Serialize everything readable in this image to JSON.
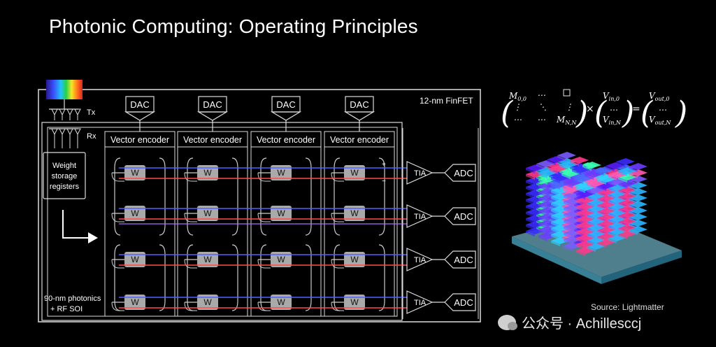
{
  "slide": {
    "title": "Photonic Computing: Operating Principles",
    "source": "Source: Lightmatter",
    "watermark": "公众号 · Achillesccj"
  },
  "diagram": {
    "process_top": "12-nm FinFET",
    "process_bottom_line1": "90-nm photonics",
    "process_bottom_line2": "+ RF SOI",
    "tx": "Tx",
    "rx": "Rx",
    "weight_storage": [
      "Weight",
      "storage",
      "registers"
    ],
    "dac": "DAC",
    "vector_encoder": "Vector encoder",
    "w": "W",
    "tia": "TIA",
    "adc": "ADC",
    "plus": "+",
    "minus": "−"
  },
  "equation": {
    "m00": "M",
    "m00_sub": "0,0",
    "mnn": "M",
    "mnn_sub": "N,N",
    "vin0": "V",
    "vin0_sub": "in,0",
    "vinn": "V",
    "vinn_sub": "in,N",
    "vout0": "V",
    "vout0_sub": "out,0",
    "voutn": "V",
    "voutn_sub": "out,N",
    "dots_h": "⋯",
    "dots_v": "⋮",
    "dots_d": "⋱",
    "dots_mid": "…",
    "times": "×",
    "equals": "="
  },
  "colors": {
    "line_blue": "#4f63ff",
    "line_red": "#ff4a4a",
    "line_purple": "#b06bff",
    "box_gray": "#a9a9a9"
  }
}
